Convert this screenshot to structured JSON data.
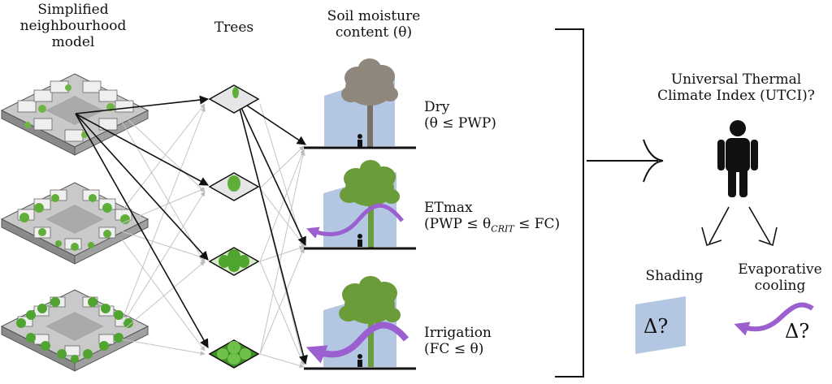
{
  "headers": {
    "neighbourhood": [
      "Simplified",
      "neighbourhood",
      "model"
    ],
    "trees": "Trees",
    "soil": [
      "Soil moisture",
      "content (θ)"
    ]
  },
  "scenarios": [
    {
      "name": "Dry",
      "condition": "(θ ≤ PWP)"
    },
    {
      "name": "ETmax",
      "condition": "(PWP ≤ θ_CRIT ≤ FC)",
      "condition_pre": "(PWP ≤ θ",
      "condition_sub": "CRIT",
      "condition_post": " ≤ FC)"
    },
    {
      "name": "Irrigation",
      "condition": "(FC ≤ θ)"
    }
  ],
  "utci": [
    "Universal Thermal",
    "Climate Index (UTCI)?"
  ],
  "effects": {
    "shading": "Shading",
    "evap": [
      "Evaporative",
      "cooling"
    ],
    "delta_shading": "Δ?",
    "delta_evap": "Δ?"
  },
  "colors": {
    "foliage_green": "#6a9c3a",
    "foliage_dry": "#8f877c",
    "shade_blue": "#b3c6e2",
    "arrow_purple": "#9b5fcf",
    "black": "#111111"
  },
  "icons": [
    "person-icon",
    "tree-icon",
    "evaporation-arrow-icon",
    "city-block-icon"
  ]
}
